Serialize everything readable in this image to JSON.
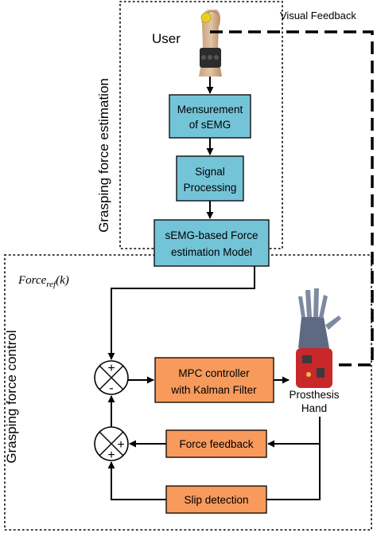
{
  "sections": {
    "estimation_title": "Grasping force estimation",
    "control_title": "Grasping force control"
  },
  "labels": {
    "user": "User",
    "visual_feedback": "Visual Feedback",
    "prosthesis_line1": "Prosthesis",
    "prosthesis_line2": "Hand",
    "force_ref_base": "Force",
    "force_ref_sub": "ref",
    "force_ref_arg": "(k)"
  },
  "blocks": {
    "measurement": [
      "Mensurement",
      "of sEMG"
    ],
    "signal_processing": [
      "Signal",
      "Processing"
    ],
    "force_model": [
      "sEMG-based Force",
      "estimation Model"
    ],
    "mpc": [
      "MPC controller",
      "with Kalman Filter"
    ],
    "force_feedback": [
      "Force feedback"
    ],
    "slip_detection": [
      "Slip detection"
    ]
  },
  "summing_junctions": {
    "top": {
      "top_sign": "+",
      "bottom_sign": "-"
    },
    "bottom": {
      "right_sign": "+",
      "bottom_sign": "+"
    }
  },
  "colors": {
    "blue_block": "#74c4d8",
    "orange_block": "#f79a5c",
    "line": "#000000"
  }
}
